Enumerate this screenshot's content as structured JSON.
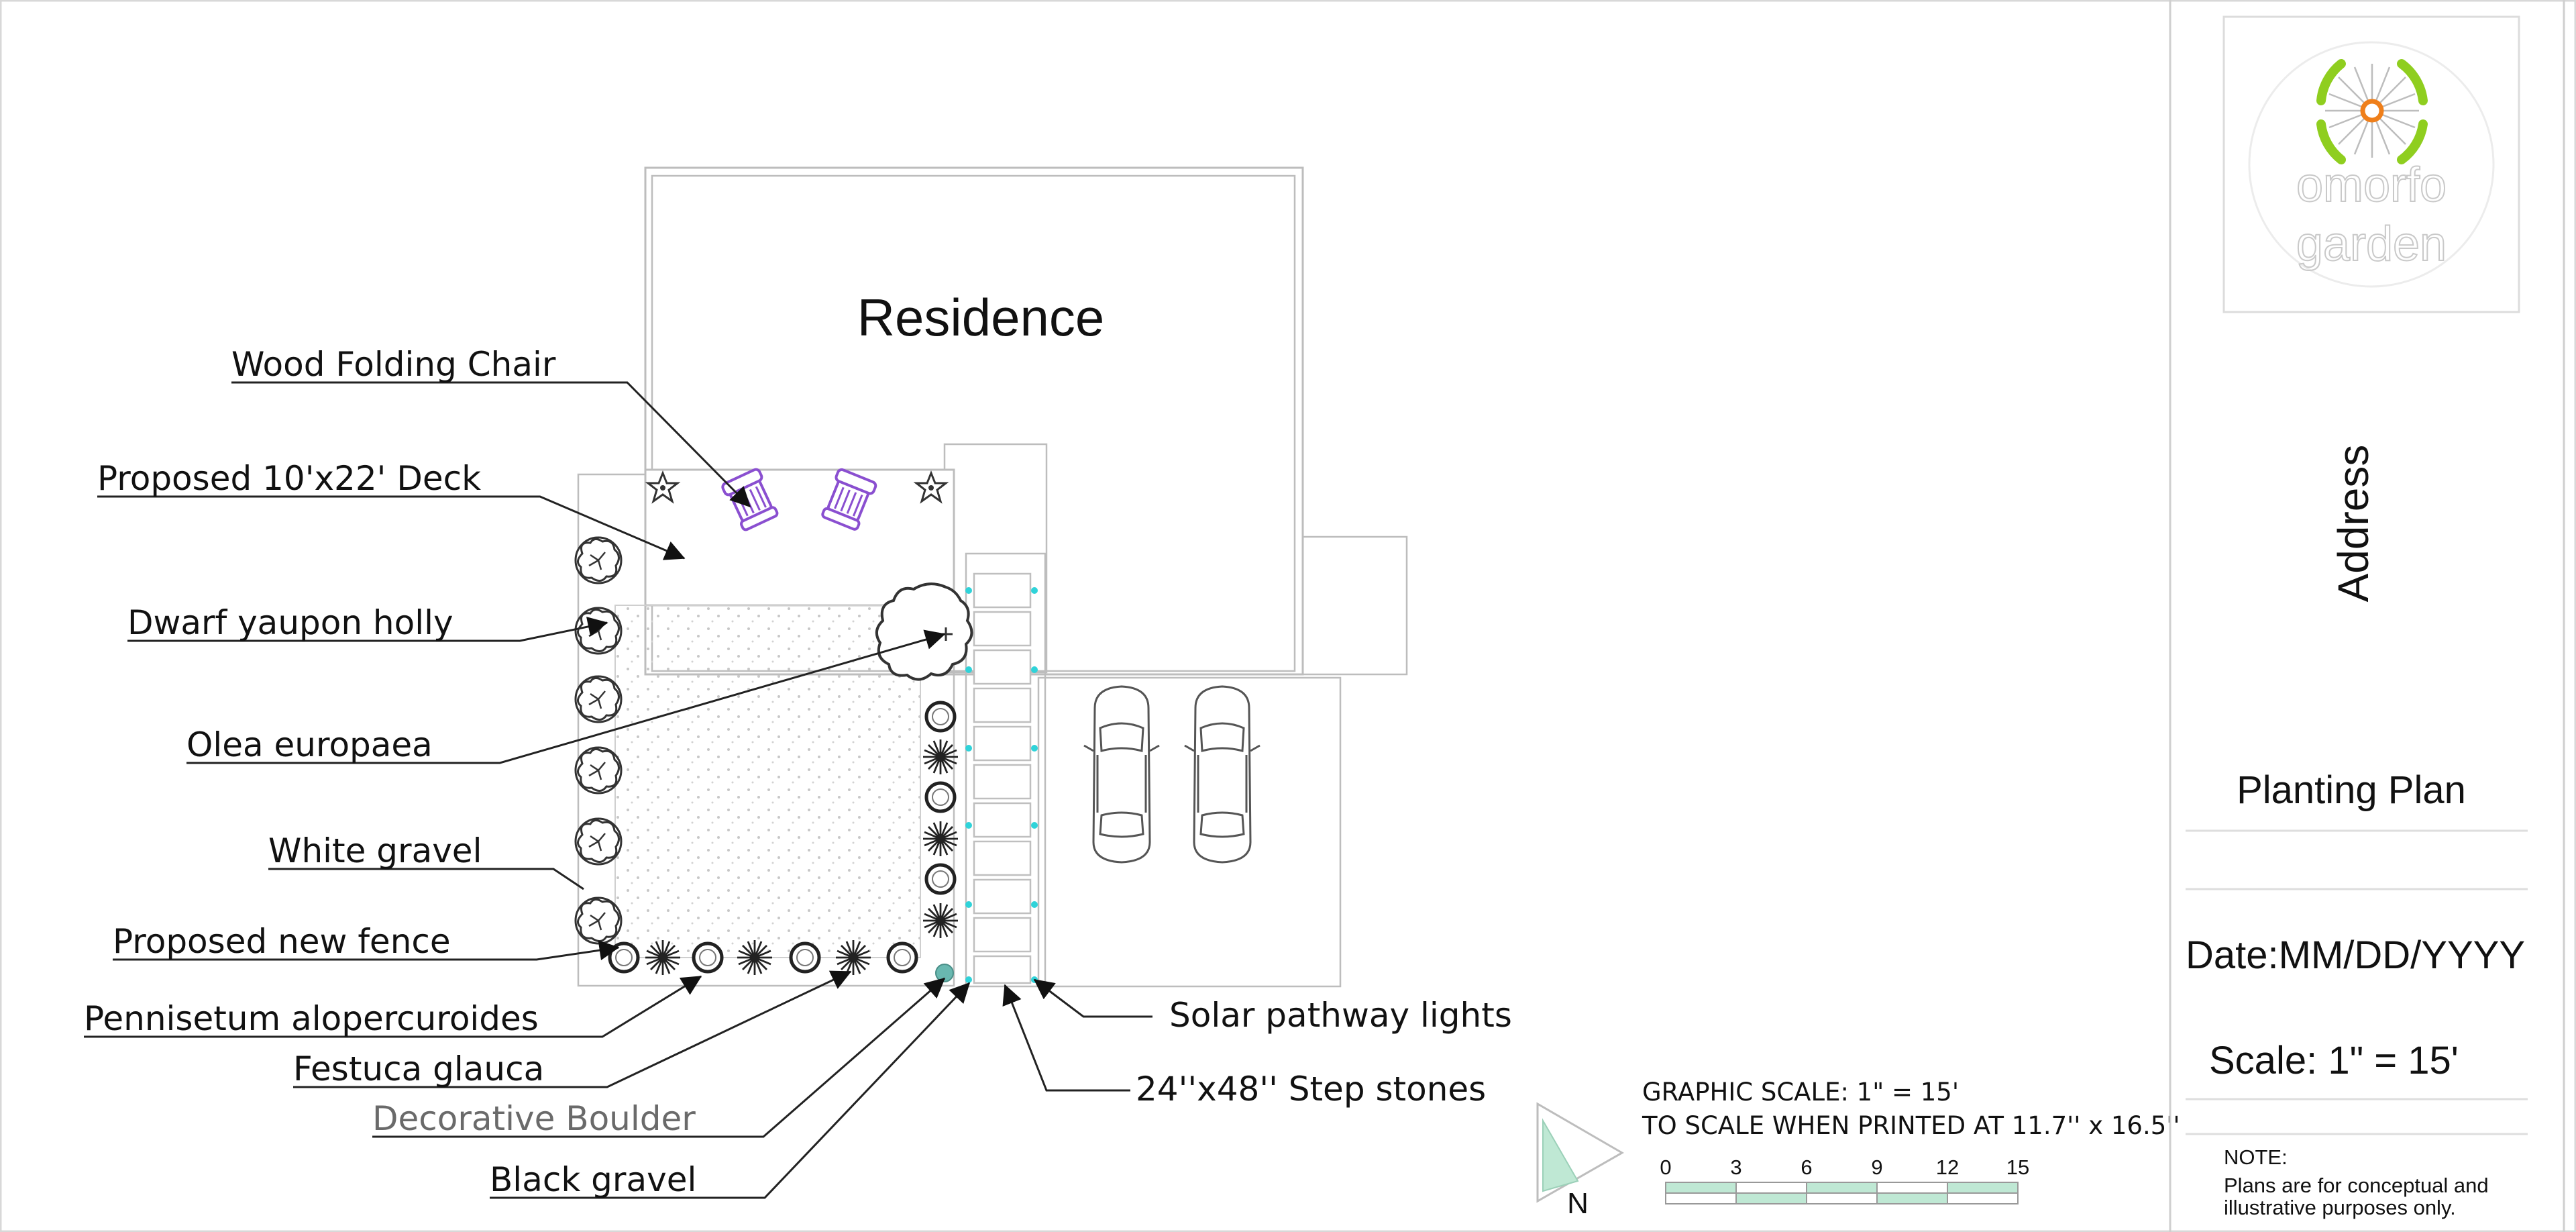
{
  "plan": {
    "residence_label": "Residence"
  },
  "labels": {
    "wood_folding_chair": "Wood Folding Chair",
    "proposed_deck": "Proposed 10'x22' Deck",
    "dwarf_yaupon_holly": "Dwarf yaupon holly",
    "olea_europaea": "Olea europaea",
    "white_gravel": "White gravel",
    "proposed_new_fence": "Proposed new fence",
    "pennisetum": "Pennisetum alopercuroides",
    "festuca_glauca": "Festuca glauca",
    "decorative_boulder": "Decorative Boulder",
    "black_gravel": "Black gravel",
    "solar_lights": "Solar pathway lights",
    "step_stones": "24''x48'' Step stones"
  },
  "scale_bar": {
    "title": "GRAPHIC SCALE: 1\" = 15'",
    "subtitle": "TO SCALE WHEN PRINTED AT 11.7'' x 16.5''",
    "ticks": [
      "0",
      "3",
      "6",
      "9",
      "12",
      "15"
    ],
    "north_label": "N"
  },
  "title_block": {
    "logo_line1": "omorfo",
    "logo_line2": "garden",
    "address": "Address",
    "sheet_title": "Planting Plan",
    "date": "Date:MM/DD/YYYY",
    "scale": "Scale: 1\" = 15'",
    "note_heading": "NOTE:",
    "note_line1": "Plans are for conceptual and",
    "note_line2": "illustrative purposes only."
  },
  "colors": {
    "chair": "#8a4fd0",
    "light": "#2fd3d9",
    "boulder": "#69b8b0",
    "scale_fill": "#bfe8d4",
    "logo_green": "#8fce1f",
    "logo_orange": "#ef7f1a"
  }
}
